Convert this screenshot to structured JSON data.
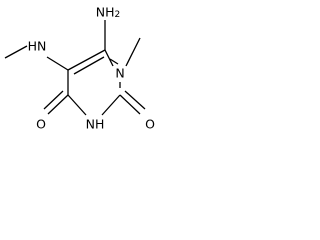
{
  "molecule": {
    "atom_labels": {
      "nh2": "NH2",
      "n_ring": "N",
      "hn_side": "HN",
      "nh_ring": "NH",
      "o_left": "O",
      "o_right": "O"
    }
  }
}
